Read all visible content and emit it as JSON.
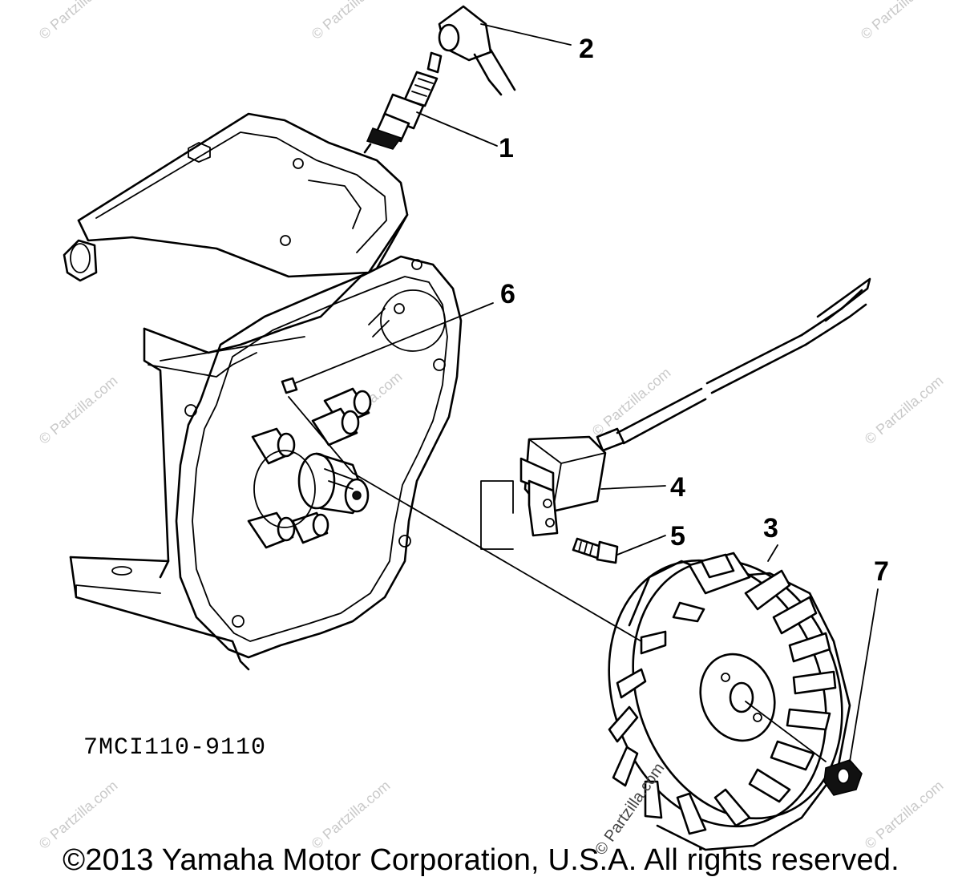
{
  "diagram": {
    "callouts": [
      "1",
      "2",
      "3",
      "4",
      "5",
      "6",
      "7"
    ],
    "diagram_code": "7MCI110-9110",
    "watermark": "© Partzilla.com",
    "copyright": "©2013 Yamaha Motor Corporation, U.S.A. All rights reserved."
  }
}
